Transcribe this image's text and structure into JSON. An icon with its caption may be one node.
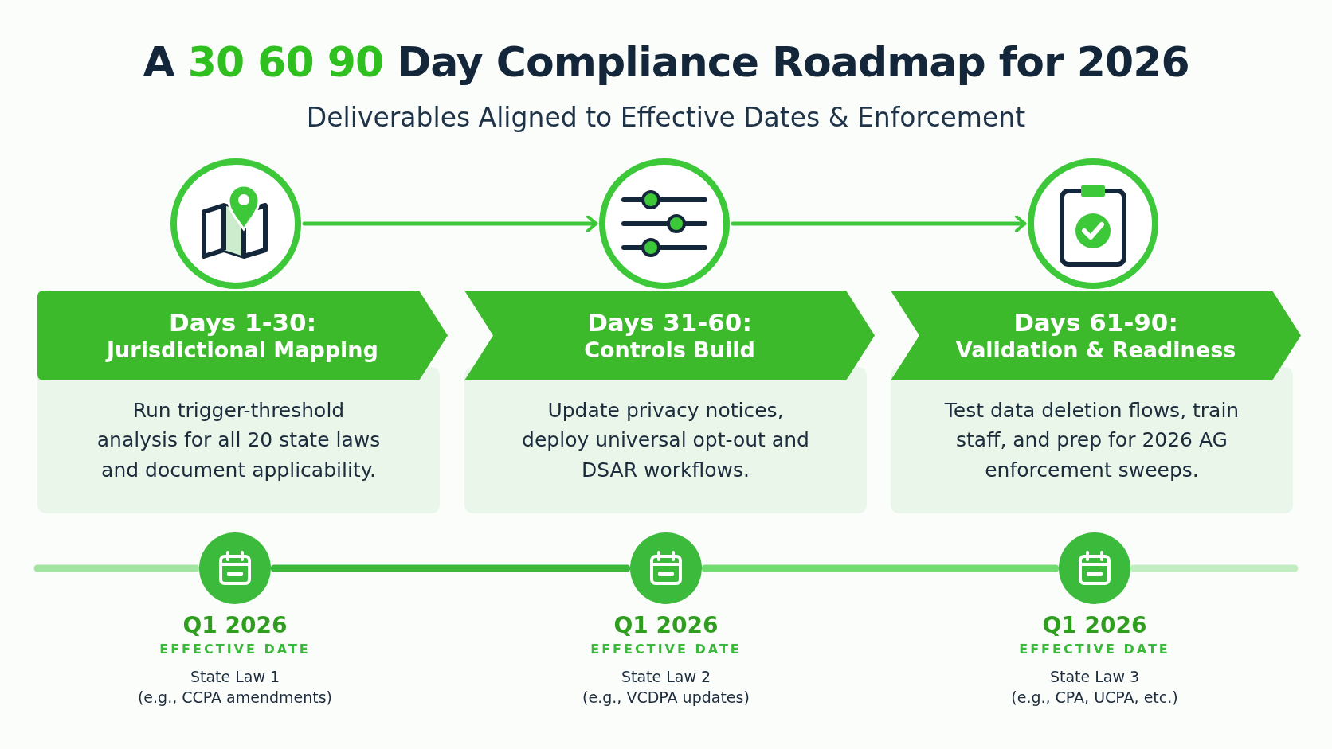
{
  "diagram": {
    "title": "A **30 60 90** Day Compliance Roadmap for 2026",
    "nodes": [
      {
        "text": [],
        "shape": "circle"
      },
      {
        "text": [
          "Days 1-30:",
          "Jurisdictional Mapping",
          "Run trigger-threshold analysis for all 20 state laws and document applicability."
        ]
      },
      {
        "text": [],
        "shape": "circle"
      },
      {
        "text": [
          "Days 31-60:",
          "Controls Build",
          "Update privacy notices, deploy universal opt-out and DSAR workflows."
        ]
      },
      {
        "text": [],
        "shape": "circle"
      },
      {
        "text": [
          "Days 61-90:",
          "Validation & Readiness",
          "Test data deletion flows, train staff, and prep for 2026 AG enforcement sweeps."
        ]
      },
      {
        "text": [],
        "shape": "circle",
        "beside": [
          "Q1 2026",
          "EFFECTIVE DATE",
          "State Law 1",
          "(e.g., CCPA amendments)"
        ]
      },
      {
        "text": [],
        "shape": "circle",
        "beside": [
          "Q1 2026",
          "EFFECTIVE DATE",
          "State Law 2",
          "(e.g., VCDPA updates)"
        ]
      },
      {
        "text": [],
        "shape": "circle",
        "beside": [
          "Q1 2026",
          "EFFECTIVE DATE",
          "State Law 3",
          "(e.g., CPA, UCPA, etc.)"
        ]
      }
    ],
    "edges": [
      {
        "from": 0,
        "to": 2,
        "arrow": "to"
      },
      {
        "from": 2,
        "to": 4,
        "arrow": "to"
      },
      {
        "from": null,
        "to": 6,
        "arrow": "none",
        "color": "#a3e4a3"
      },
      {
        "from": 6,
        "to": 7,
        "arrow": "none",
        "color": "#3cb83c"
      },
      {
        "from": 7,
        "to": 8,
        "arrow": "none"
      },
      {
        "from": 8,
        "to": null,
        "arrow": "none",
        "color": "#c2ecc2"
      }
    ],
    "labels": [
      "Deliverables Aligned to Effective Dates & Enforcement"
    ]
  }
}
